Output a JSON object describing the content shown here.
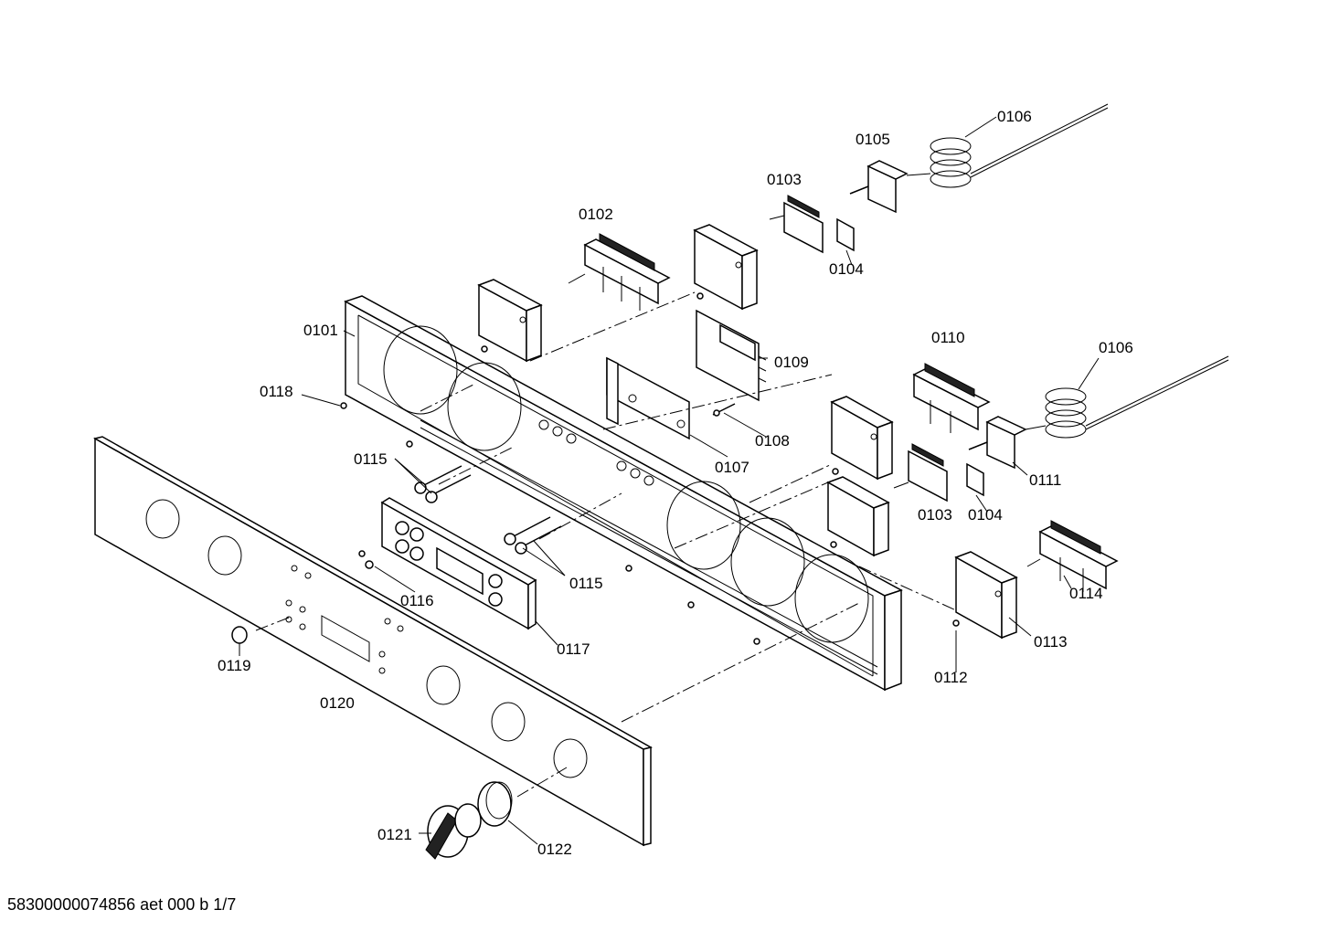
{
  "footer": {
    "document_id": "58300000074856 aet 000 b 1/7"
  },
  "part_labels": {
    "p0101": "0101",
    "p0102": "0102",
    "p0103a": "0103",
    "p0103b": "0103",
    "p0104a": "0104",
    "p0104b": "0104",
    "p0105": "0105",
    "p0106a": "0106",
    "p0106b": "0106",
    "p0107": "0107",
    "p0108": "0108",
    "p0109": "0109",
    "p0110": "0110",
    "p0111": "0111",
    "p0112": "0112",
    "p0113": "0113",
    "p0114": "0114",
    "p0115a": "0115",
    "p0115b": "0115",
    "p0116": "0116",
    "p0117": "0117",
    "p0118": "0118",
    "p0119": "0119",
    "p0120": "0120",
    "p0121": "0121",
    "p0122": "0122"
  }
}
